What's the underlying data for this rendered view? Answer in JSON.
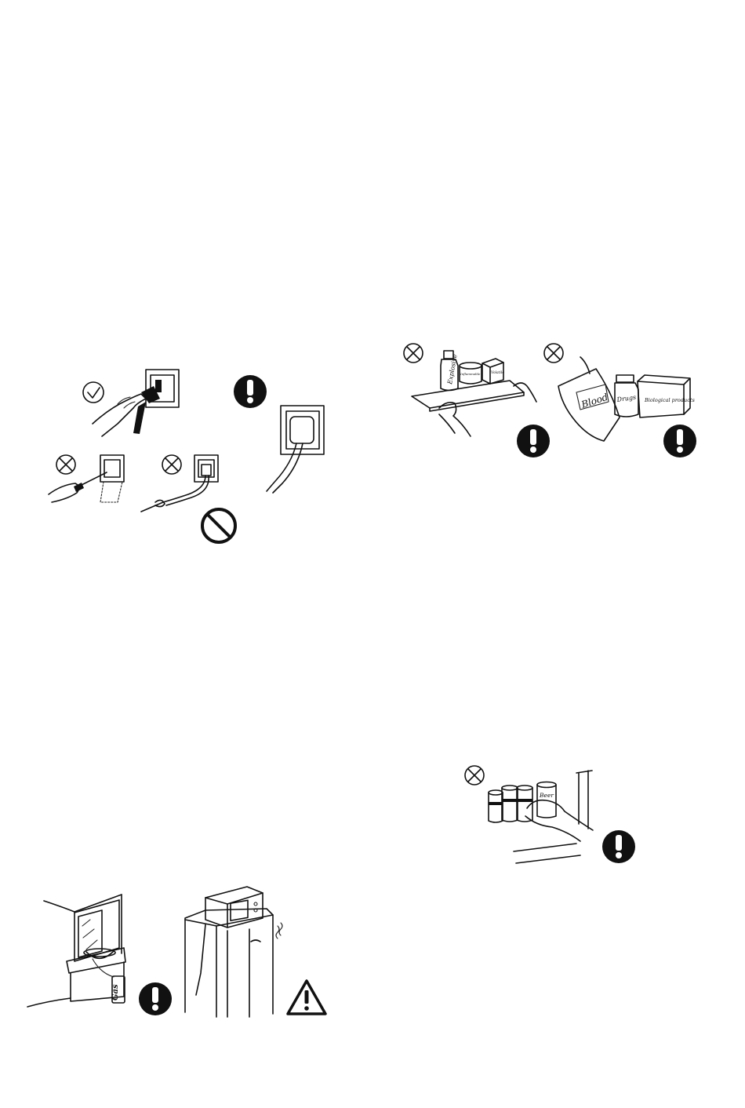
{
  "figures": {
    "shelf": {
      "bottle_label": "Explosive",
      "jar_label": "Inflammable",
      "box_label": "Volatile"
    },
    "medical": {
      "bag_label": "Blood",
      "bottle_label": "Drugs",
      "box_label": "Biological products"
    },
    "beer": {
      "can_label": "Beer"
    },
    "kitchen": {
      "gas_label": "Gas"
    }
  },
  "icons": {
    "allowed": "check-circle-icon",
    "forbidden": "x-circle-icon",
    "mandatory": "exclamation-circle-icon",
    "prohibited": "no-symbol-icon",
    "warning": "warning-triangle-icon"
  }
}
